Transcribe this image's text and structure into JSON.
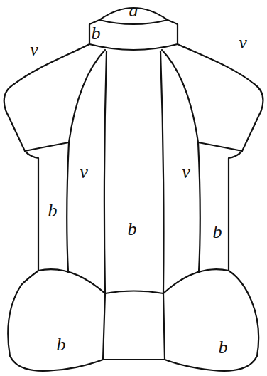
{
  "diagram": {
    "labels": [
      "a",
      "b",
      "v",
      "v",
      "v",
      "v",
      "b",
      "b",
      "b",
      "b",
      "b"
    ]
  }
}
